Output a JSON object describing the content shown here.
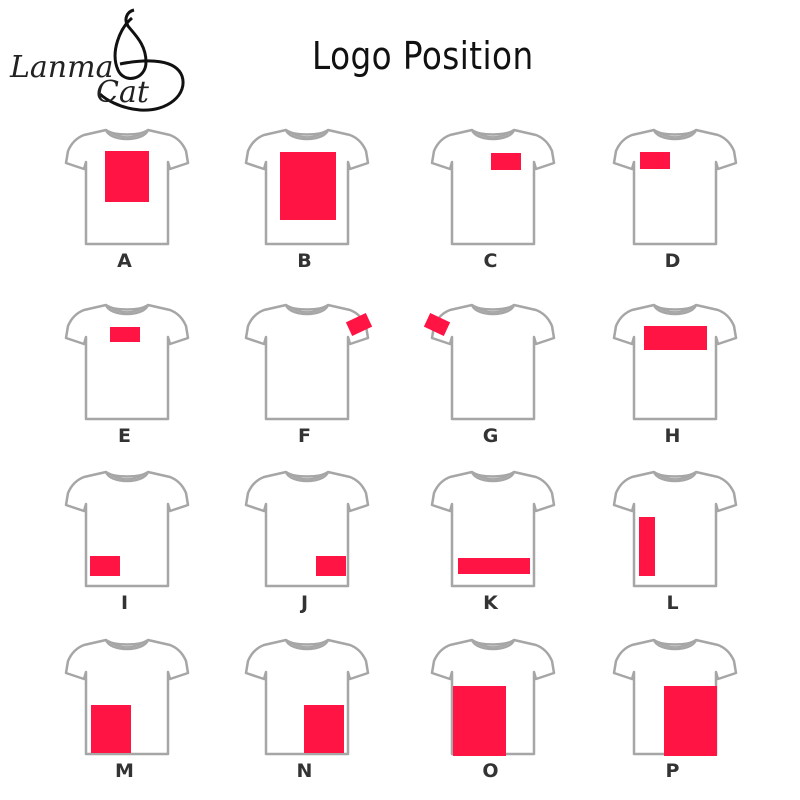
{
  "brand": {
    "word1": "Lanma",
    "word2": "Cat"
  },
  "title": "Logo Position",
  "colors": {
    "print": "#ff1444",
    "outline": "#a6a6a6",
    "text": "#333333"
  },
  "positions": [
    {
      "label": "A"
    },
    {
      "label": "B"
    },
    {
      "label": "C"
    },
    {
      "label": "D"
    },
    {
      "label": "E"
    },
    {
      "label": "F"
    },
    {
      "label": "G"
    },
    {
      "label": "H"
    },
    {
      "label": "I"
    },
    {
      "label": "J"
    },
    {
      "label": "K"
    },
    {
      "label": "L"
    },
    {
      "label": "M"
    },
    {
      "label": "N"
    },
    {
      "label": "O"
    },
    {
      "label": "P"
    }
  ]
}
